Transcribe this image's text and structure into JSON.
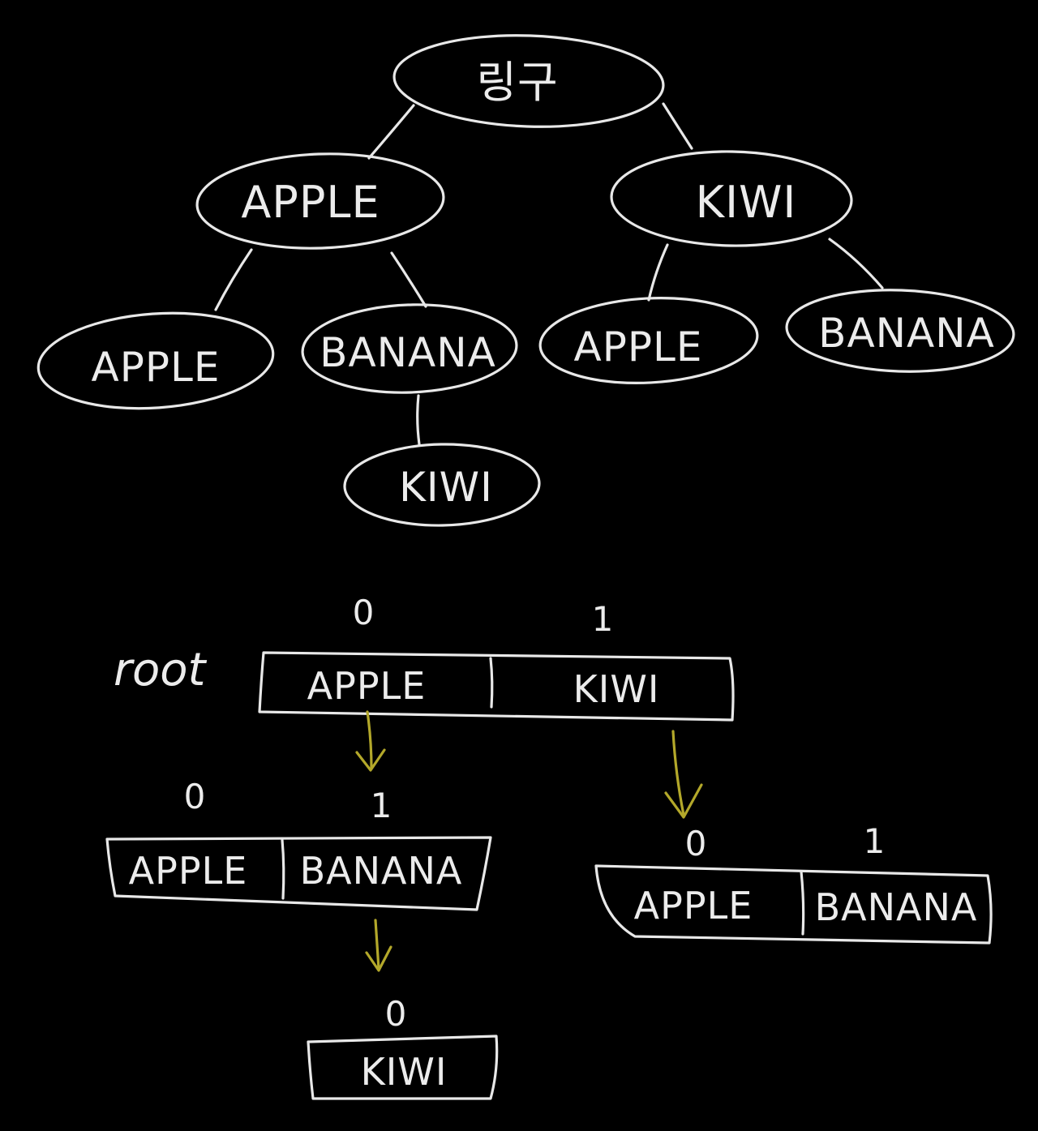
{
  "tree": {
    "root": "링구",
    "level1": [
      "APPLE",
      "KIWI"
    ],
    "apple_children": [
      "APPLE",
      "BANANA"
    ],
    "kiwi_children": [
      "APPLE",
      "BANANA"
    ],
    "banana_child": "KIWI"
  },
  "arrays": {
    "root_label": "root",
    "root": {
      "indices": [
        "0",
        "1"
      ],
      "cells": [
        "APPLE",
        "KIWI"
      ]
    },
    "apple": {
      "indices": [
        "0",
        "1"
      ],
      "cells": [
        "APPLE",
        "BANANA"
      ]
    },
    "kiwi": {
      "indices": [
        "0",
        "1"
      ],
      "cells": [
        "APPLE",
        "BANANA"
      ]
    },
    "banana": {
      "indices": [
        "0"
      ],
      "cells": [
        "KIWI"
      ]
    }
  },
  "colors": {
    "background": "#000000",
    "chalk": "#e8e8e8",
    "arrow": "#b3a82a"
  }
}
